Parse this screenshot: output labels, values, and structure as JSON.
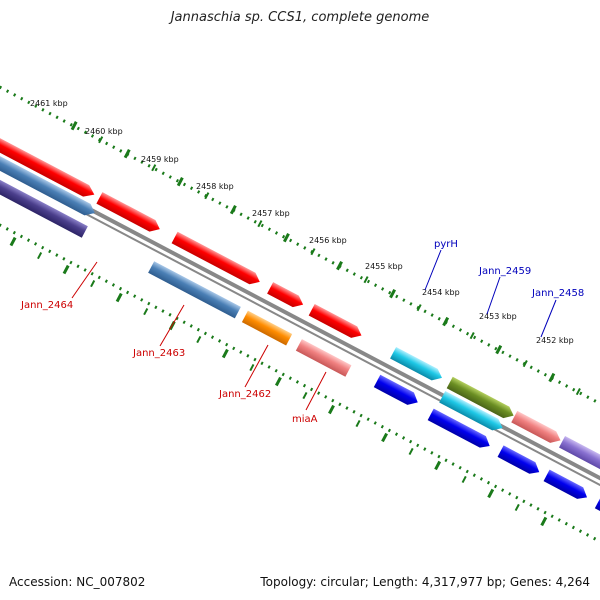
{
  "title": "Jannaschia sp. CCS1, complete genome",
  "footer": {
    "accession": "Accession: NC_007802",
    "stats": "Topology: circular; Length: 4,317,977 bp; Genes: 4,264"
  },
  "kbp_labels": [
    "2461 kbp",
    "2460 kbp",
    "2459 kbp",
    "2458 kbp",
    "2457 kbp",
    "2456 kbp",
    "2455 kbp",
    "2454 kbp",
    "2453 kbp",
    "2452 kbp"
  ],
  "gene_labels": [
    {
      "text": "Jann_2464",
      "color": "#cc0000"
    },
    {
      "text": "Jann_2463",
      "color": "#cc0000"
    },
    {
      "text": "Jann_2462",
      "color": "#cc0000"
    },
    {
      "text": "miaA",
      "color": "#cc0000"
    },
    {
      "text": "pyrH",
      "color": "#0000bb"
    },
    {
      "text": "Jann_2459",
      "color": "#0000bb"
    },
    {
      "text": "Jann_2458",
      "color": "#0000bb"
    }
  ],
  "colors": {
    "red": "#ff0000",
    "steelblue": "#4a7fb5",
    "darkpurple": "#4b3f8c",
    "orange": "#ff8c00",
    "salmon": "#f08080",
    "cyan": "#1ec8e6",
    "olive": "#6b8e23",
    "blue": "#0000ee",
    "lavender": "#8870d0",
    "backbone": "#888888",
    "ticks": "#1a7a1a"
  }
}
